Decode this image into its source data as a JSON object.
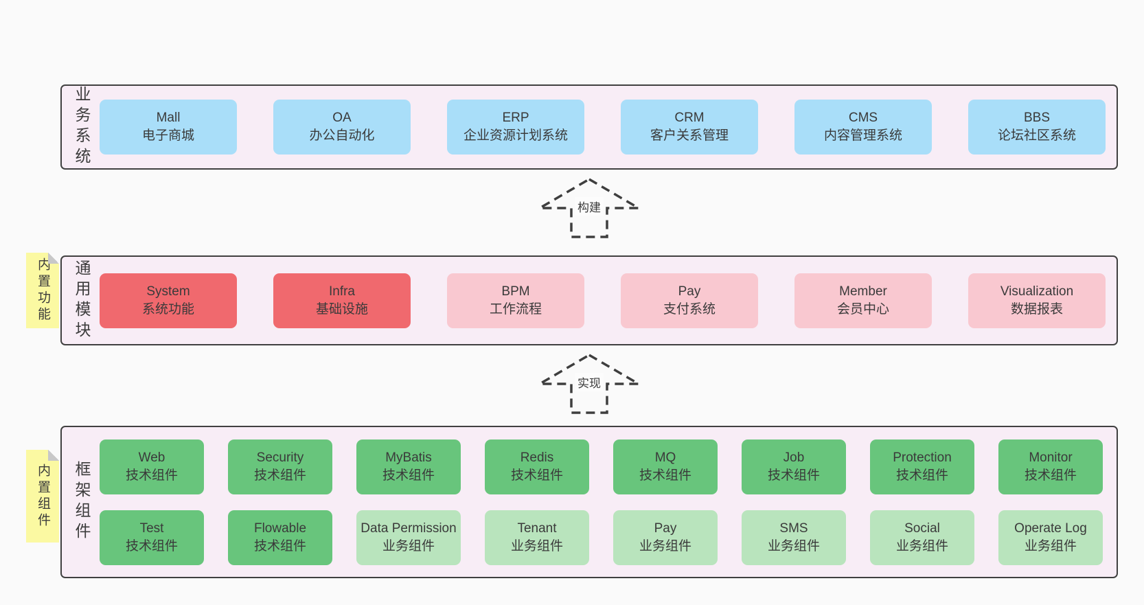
{
  "colors": {
    "page_bg": "#fafafa",
    "band_bg": "#f8edf6",
    "band_border": "#404040",
    "blue_box": "#a9def9",
    "red_box": "#f0696e",
    "pink_box": "#f9c8d0",
    "green_box": "#68c57c",
    "light_green_box": "#b9e4bd",
    "sticky_bg": "#fbf9a2",
    "sticky_fold": "#c8c8c8",
    "text": "#3b3b3b"
  },
  "arrows": [
    {
      "label": "构建"
    },
    {
      "label": "实现"
    }
  ],
  "bands": [
    {
      "label": "业务系统",
      "boxes": [
        {
          "name": "Mall",
          "desc": "电子商城"
        },
        {
          "name": "OA",
          "desc": "办公自动化"
        },
        {
          "name": "ERP",
          "desc": "企业资源计划系统"
        },
        {
          "name": "CRM",
          "desc": "客户关系管理"
        },
        {
          "name": "CMS",
          "desc": "内容管理系统"
        },
        {
          "name": "BBS",
          "desc": "论坛社区系统"
        }
      ]
    },
    {
      "label": "通用模块",
      "sticky": "内置功能",
      "boxes": [
        {
          "name": "System",
          "desc": "系统功能"
        },
        {
          "name": "Infra",
          "desc": "基础设施"
        },
        {
          "name": "BPM",
          "desc": "工作流程"
        },
        {
          "name": "Pay",
          "desc": "支付系统"
        },
        {
          "name": "Member",
          "desc": "会员中心"
        },
        {
          "name": "Visualization",
          "desc": "数据报表"
        }
      ]
    },
    {
      "label": "框架组件",
      "sticky": "内置组件",
      "boxes": [
        {
          "name": "Web",
          "desc": "技术组件"
        },
        {
          "name": "Security",
          "desc": "技术组件"
        },
        {
          "name": "MyBatis",
          "desc": "技术组件"
        },
        {
          "name": "Redis",
          "desc": "技术组件"
        },
        {
          "name": "MQ",
          "desc": "技术组件"
        },
        {
          "name": "Job",
          "desc": "技术组件"
        },
        {
          "name": "Protection",
          "desc": "技术组件"
        },
        {
          "name": "Monitor",
          "desc": "技术组件"
        },
        {
          "name": "Test",
          "desc": "技术组件"
        },
        {
          "name": "Flowable",
          "desc": "技术组件"
        },
        {
          "name": "Data Permission",
          "desc": "业务组件"
        },
        {
          "name": "Tenant",
          "desc": "业务组件"
        },
        {
          "name": "Pay",
          "desc": "业务组件"
        },
        {
          "name": "SMS",
          "desc": "业务组件"
        },
        {
          "name": "Social",
          "desc": "业务组件"
        },
        {
          "name": "Operate Log",
          "desc": "业务组件"
        }
      ]
    }
  ]
}
